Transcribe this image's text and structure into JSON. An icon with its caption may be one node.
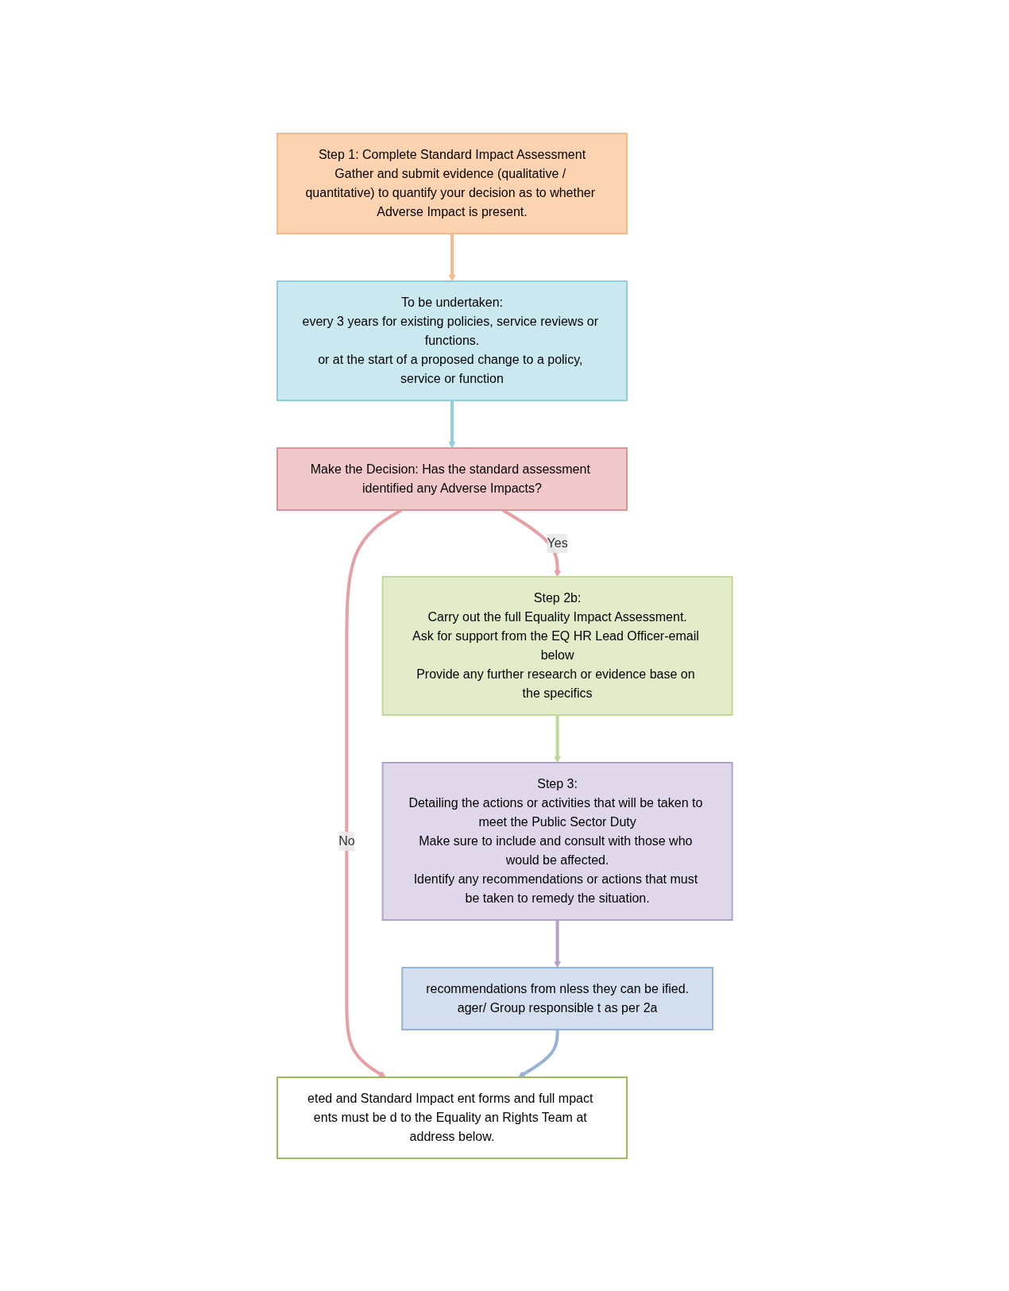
{
  "diagram": {
    "nodes": [
      {
        "text": [
          "Step 1: Complete Standard Impact Assessment",
          "Gather and submit evidence (qualitative / quantitative) to quantify your decision as to whether Adverse Impact is present."
        ]
      },
      {
        "text": [
          "To be undertaken:",
          "every 3 years for existing policies, service reviews or functions.",
          "or at the start of a proposed change to a policy, service or function"
        ]
      },
      {
        "text": [
          "Make the Decision: Has the standard assessment identified any Adverse Impacts?"
        ]
      },
      {
        "text": [
          "eted and Standard Impact ent forms and full mpact ents must be d to the Equality an Rights Team at address below."
        ]
      },
      {
        "text": [
          "Step 2b:",
          "Carry out the full Equality Impact Assessment.",
          "Ask for support from the EQ HR Lead Officer-email below",
          "Provide any further research or evidence base on the specifics"
        ]
      },
      {
        "text": [
          "Step 3:",
          "Detailing the actions or activities that will be taken to meet the Public Sector Duty",
          "Make sure to include and consult with those who would be affected.",
          "Identify any recommendations or actions that must be taken to remedy the situation."
        ]
      },
      {
        "text": [
          "recommendations from nless they can be ified.",
          "ager/ Group responsible t as per 2a"
        ]
      }
    ],
    "edges": [
      {
        "from": 0,
        "to": 1,
        "arrow": "to",
        "color": "#f7b98a"
      },
      {
        "from": 1,
        "to": 2,
        "arrow": "to",
        "color": "#92cddc"
      },
      {
        "from": 2,
        "to": 3,
        "arrow": "to",
        "label": "No",
        "color": "#e6a0a4"
      },
      {
        "from": 2,
        "to": 4,
        "arrow": "to",
        "label": "Yes",
        "color": "#e6a0a4"
      },
      {
        "from": 4,
        "to": 5,
        "arrow": "to",
        "color": "#c3d69b"
      },
      {
        "from": 5,
        "to": 6,
        "arrow": "to",
        "color": "#b3a2c7"
      },
      {
        "from": 6,
        "to": 3,
        "arrow": "to",
        "color": "#95b3d7"
      }
    ]
  }
}
